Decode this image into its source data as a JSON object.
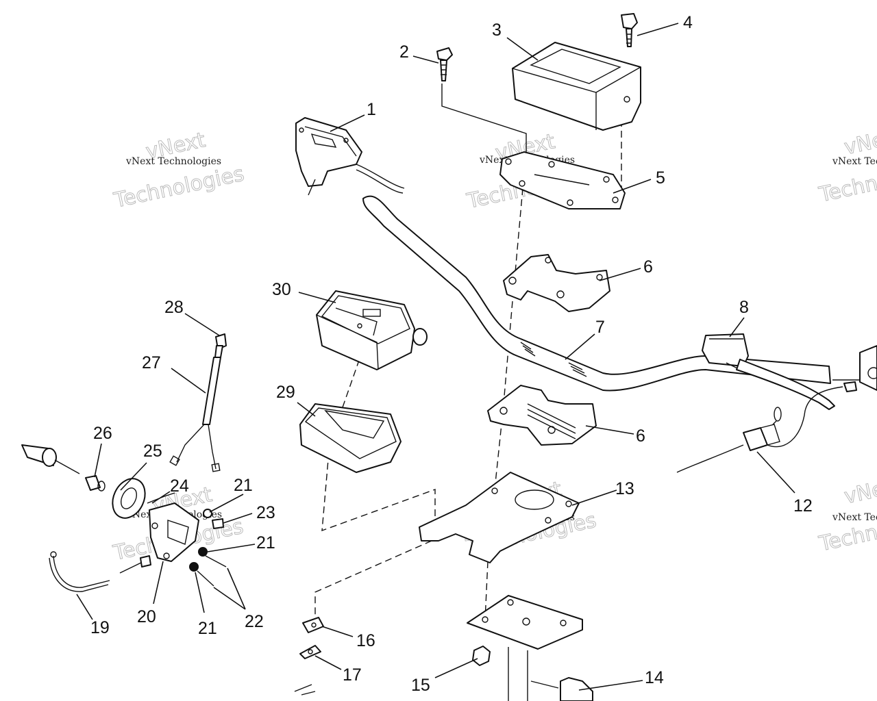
{
  "callouts": {
    "c1": "1",
    "c2": "2",
    "c3": "3",
    "c4": "4",
    "c5": "5",
    "c6a": "6",
    "c6b": "6",
    "c7": "7",
    "c8": "8",
    "c12": "12",
    "c13": "13",
    "c14": "14",
    "c15": "15",
    "c16": "16",
    "c17": "17",
    "c19": "19",
    "c20": "20",
    "c21a": "21",
    "c21b": "21",
    "c21c": "21",
    "c22": "22",
    "c23": "23",
    "c24": "24",
    "c25": "25",
    "c26": "26",
    "c27": "27",
    "c28": "28",
    "c29": "29",
    "c30": "30"
  },
  "watermark": {
    "company": "vNext Technologies",
    "brand": "vNext",
    "word": "Technologies"
  },
  "colors": {
    "ink": "#111111",
    "watermark": "#bbbbbb",
    "background": "#ffffff"
  }
}
